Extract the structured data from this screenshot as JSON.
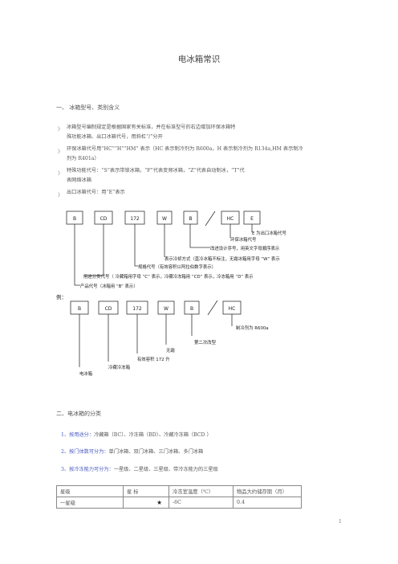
{
  "doc": {
    "title": "电冰箱常识",
    "section1": {
      "heading": "一、 冰箱型号、类别含义",
      "items": [
        {
          "bullet": "》",
          "lines": [
            "冰箱型号编制规定是根据国家有关标准，并在标准型号的右边增加环保冰箱特",
            "殊功能冰箱、出口冰箱代号，用斜杠“/”分开"
          ]
        },
        {
          "bullet": "》",
          "lines": [
            "环保冰箱代号用“HC”“H”“HM” 表示（HC 表示制冷剂为 R600a，H 表示制冷剂为 R134a,HM 表示制冷",
            "剂为 R401a）"
          ]
        },
        {
          "bullet": "》",
          "lines": [
            "特殊功能代号：“S”表示带锁冰箱，“F”代表变频冰箱，“Z”代表自动制冰，“T”代",
            "表网络冰箱"
          ]
        },
        {
          "bullet": "》",
          "lines": [
            "出口冰箱代号：用“E”表示"
          ]
        }
      ]
    },
    "diagram": {
      "top_boxes": [
        "B",
        "CD",
        "172",
        "W",
        "B",
        "HC",
        "E"
      ],
      "slash": "/",
      "top_labels": [
        "E 为出口冰箱代号",
        "环保冰箱代号",
        "改进设计序号，用英文字母顺序表示",
        "表示冷却方式（直冷冰箱不标注，无霜冰箱用字母 “W” 表示",
        "规格代号（有效容积以阿拉伯数字表示）",
        "用途分类代号（ 冷藏箱用字母 “C” 表示，冷藏冷冻箱用 “CD” 表示，冷冻箱用 “D” 表示",
        "产品代号（冰箱用 “B” 表示）"
      ],
      "example_label": "例：",
      "bottom_boxes": [
        "B",
        "CD",
        "172",
        "W",
        "B",
        "HC"
      ],
      "bottom_labels": [
        "制冷剂为 R600a",
        "第二次改型",
        "无霜",
        "有效容积 172 升",
        "冷藏冷冻箱",
        "电冰箱"
      ]
    },
    "section2": {
      "heading": "二、电冰箱的分类",
      "items": [
        {
          "num": "1、",
          "label": "按用途分：",
          "text": "冷藏箱（BC）、冷冻箱（BD）、冷藏冷冻箱（BCD  ）"
        },
        {
          "num": "2、",
          "label": "按门体数可分为：",
          "text": "单门冰箱、双门冰箱、三门冰箱、多门冰箱"
        },
        {
          "num": "3、",
          "label": "按冷冻能力可分为：",
          "text": "一星级、二星级、三星级、带冷冻能力的三星级"
        }
      ]
    },
    "table": {
      "headers": [
        "星级",
        "星 标",
        "冷冻室温度（℃）",
        "物品大约储存期（月）"
      ],
      "rows": [
        [
          "一星级",
          "★",
          "-6C",
          "0.4"
        ]
      ]
    },
    "page_number": "1",
    "colors": {
      "accent_blue": "#4a5bc0",
      "text": "#555555",
      "box_border": "#333333"
    }
  }
}
